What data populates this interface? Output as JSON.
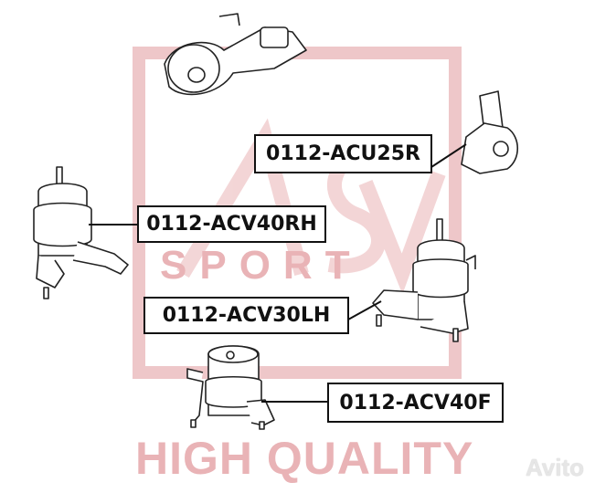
{
  "watermark": {
    "brand": "ASV",
    "sub": "SPORT",
    "tagline": "HIGH QUALITY",
    "color": "#e9b3b6"
  },
  "parts": [
    {
      "part_number": "0112-ACU25R"
    },
    {
      "part_number": "0112-ACV40RH"
    },
    {
      "part_number": "0112-ACV30LH"
    },
    {
      "part_number": "0112-ACV40F"
    }
  ],
  "avito_logo": "Avito"
}
